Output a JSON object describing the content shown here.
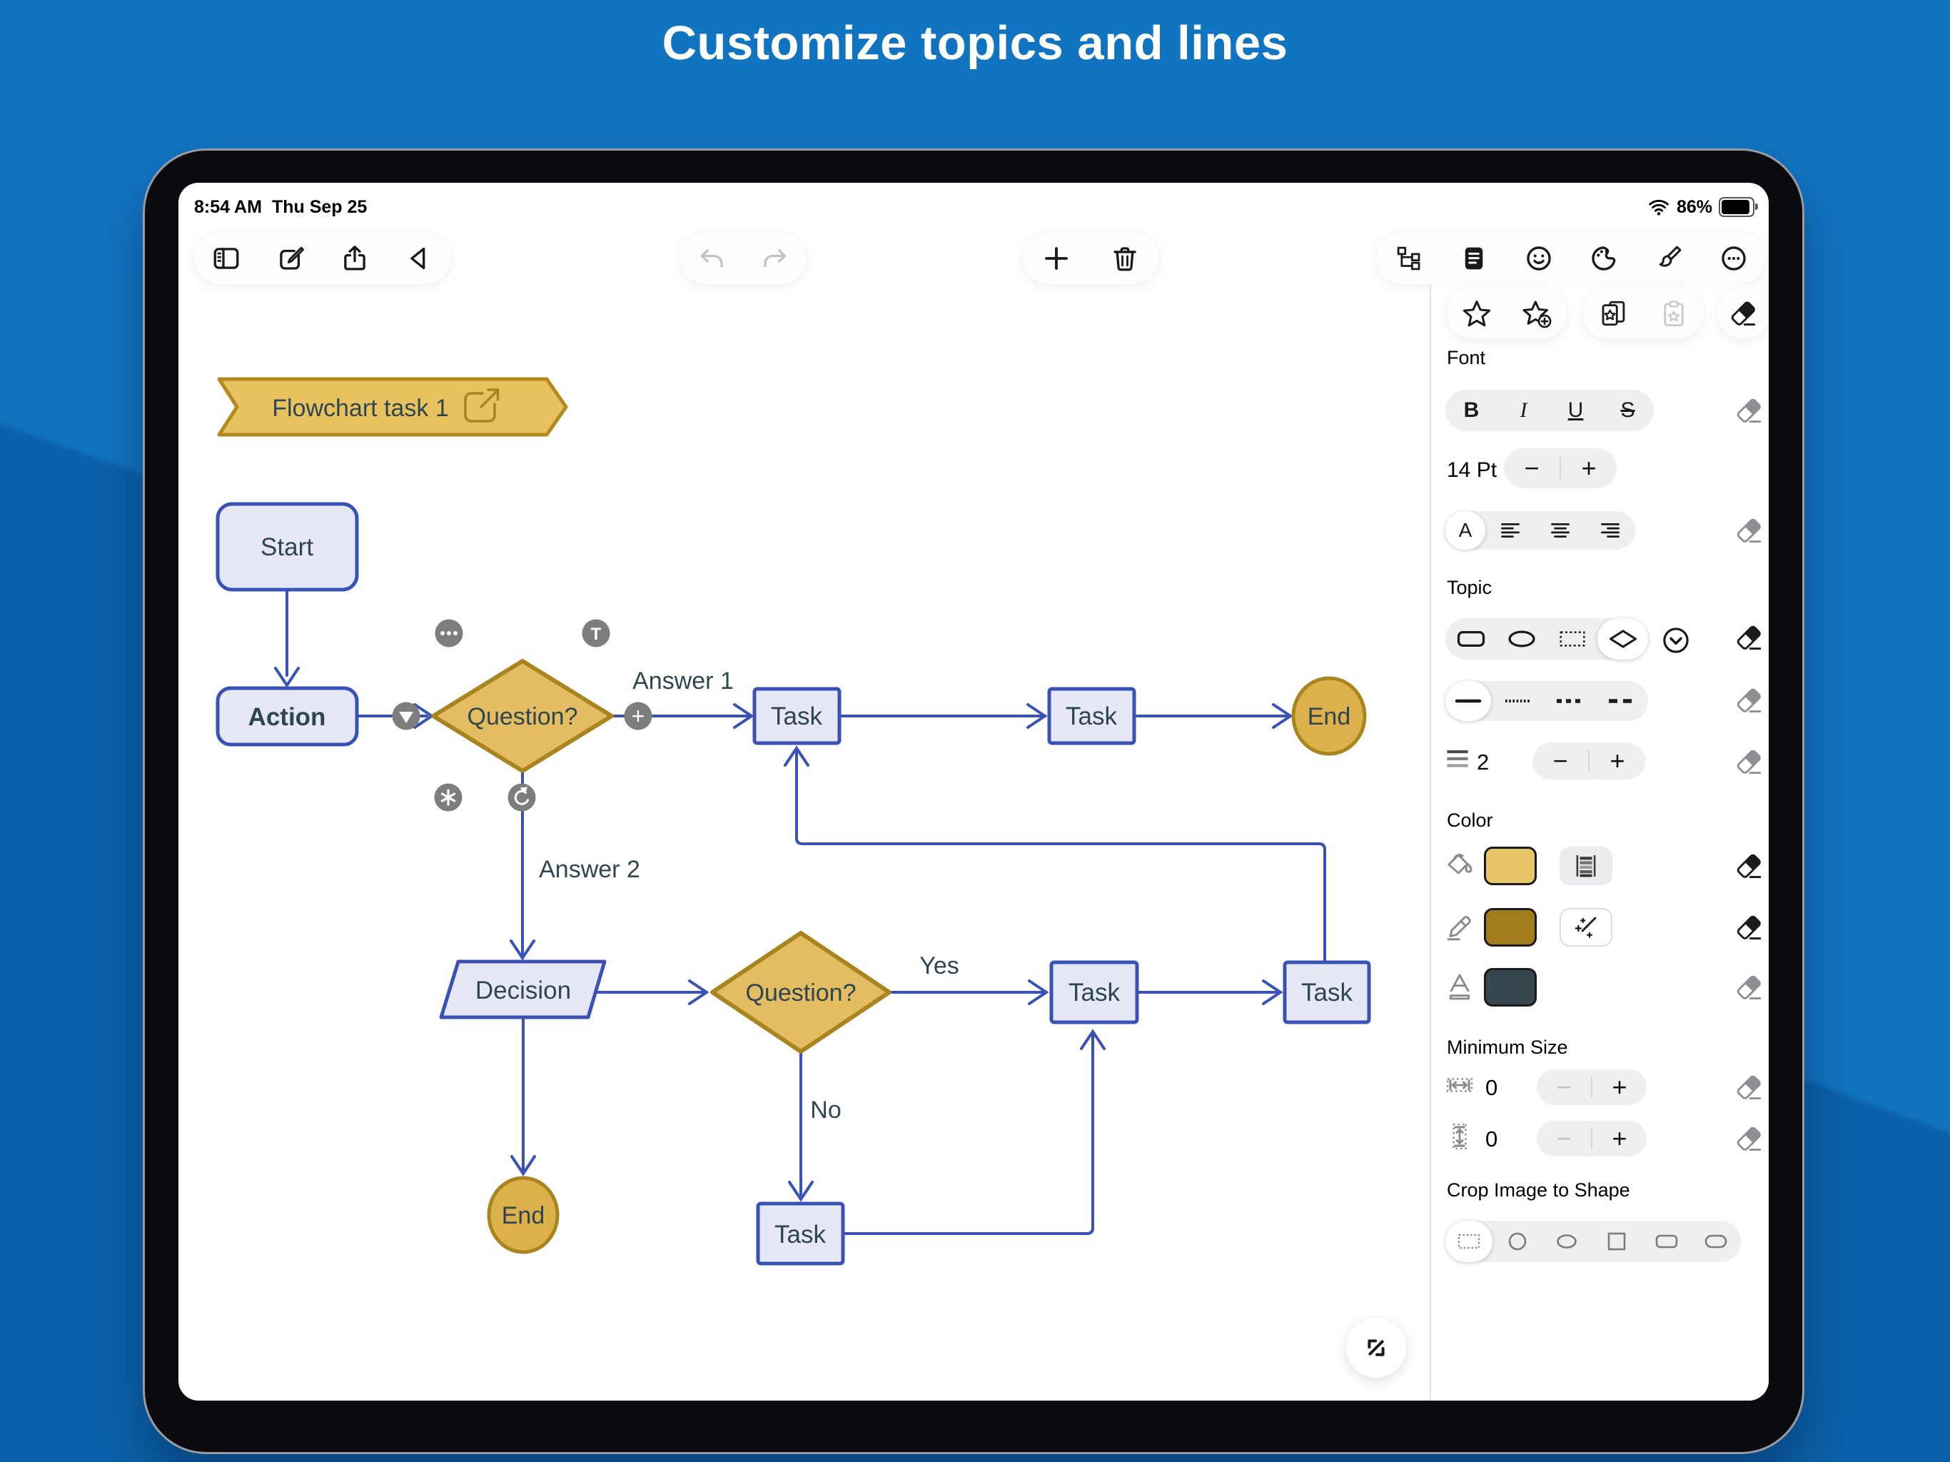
{
  "title": "Customize topics and lines",
  "statusbar": {
    "time": "8:54 AM",
    "date": "Thu Sep 25",
    "battery": "86%"
  },
  "toolbar": {
    "left_icons": [
      "sidebar-icon",
      "compose-icon",
      "share-icon",
      "back-icon"
    ],
    "history_icons": [
      "undo-icon",
      "redo-icon"
    ],
    "edit_icons": [
      "add-icon",
      "trash-icon"
    ],
    "right_icons": [
      "outline-icon",
      "document-icon",
      "stickers-icon",
      "palette-icon",
      "format-brush-icon",
      "more-icon"
    ]
  },
  "ui": {
    "minus": "−",
    "plus": "+"
  },
  "sidebar": {
    "style_icons": [
      "star-icon",
      "star-add-icon",
      "copy-style-icon",
      "paste-style-icon",
      "eraser-icon"
    ],
    "font": {
      "label": "Font",
      "bold": "B",
      "italic": "I",
      "underline": "U",
      "strikethrough": "S",
      "size": "14 Pt",
      "align_letter": "A"
    },
    "topic": {
      "label": "Topic",
      "stroke_width": "2"
    },
    "color": {
      "label": "Color",
      "fill_swatch": "#E7C568",
      "stroke_swatch": "#A17D1E",
      "text_swatch": "#36474F"
    },
    "minimum_size": {
      "label": "Minimum Size",
      "width_value": "0",
      "height_value": "0"
    },
    "crop": {
      "label": "Crop Image to Shape"
    }
  },
  "flowchart": {
    "colors": {
      "connector_blue": "#3A52B5",
      "node_fill": "#E6E8F6",
      "node_text": "#2F4550",
      "gold_fill": "#E4BD62",
      "gold_border": "#A9841F",
      "end_fill": "#DCB04A"
    },
    "nodes": {
      "banner": "Flowchart task 1",
      "start": "Start",
      "action": "Action",
      "question": "Question?",
      "task": "Task",
      "end": "End",
      "decision": "Decision"
    },
    "labels": {
      "answer1": "Answer 1",
      "answer2": "Answer 2",
      "yes": "Yes",
      "no": "No"
    },
    "handles": {
      "text": "T",
      "add": "+"
    }
  }
}
